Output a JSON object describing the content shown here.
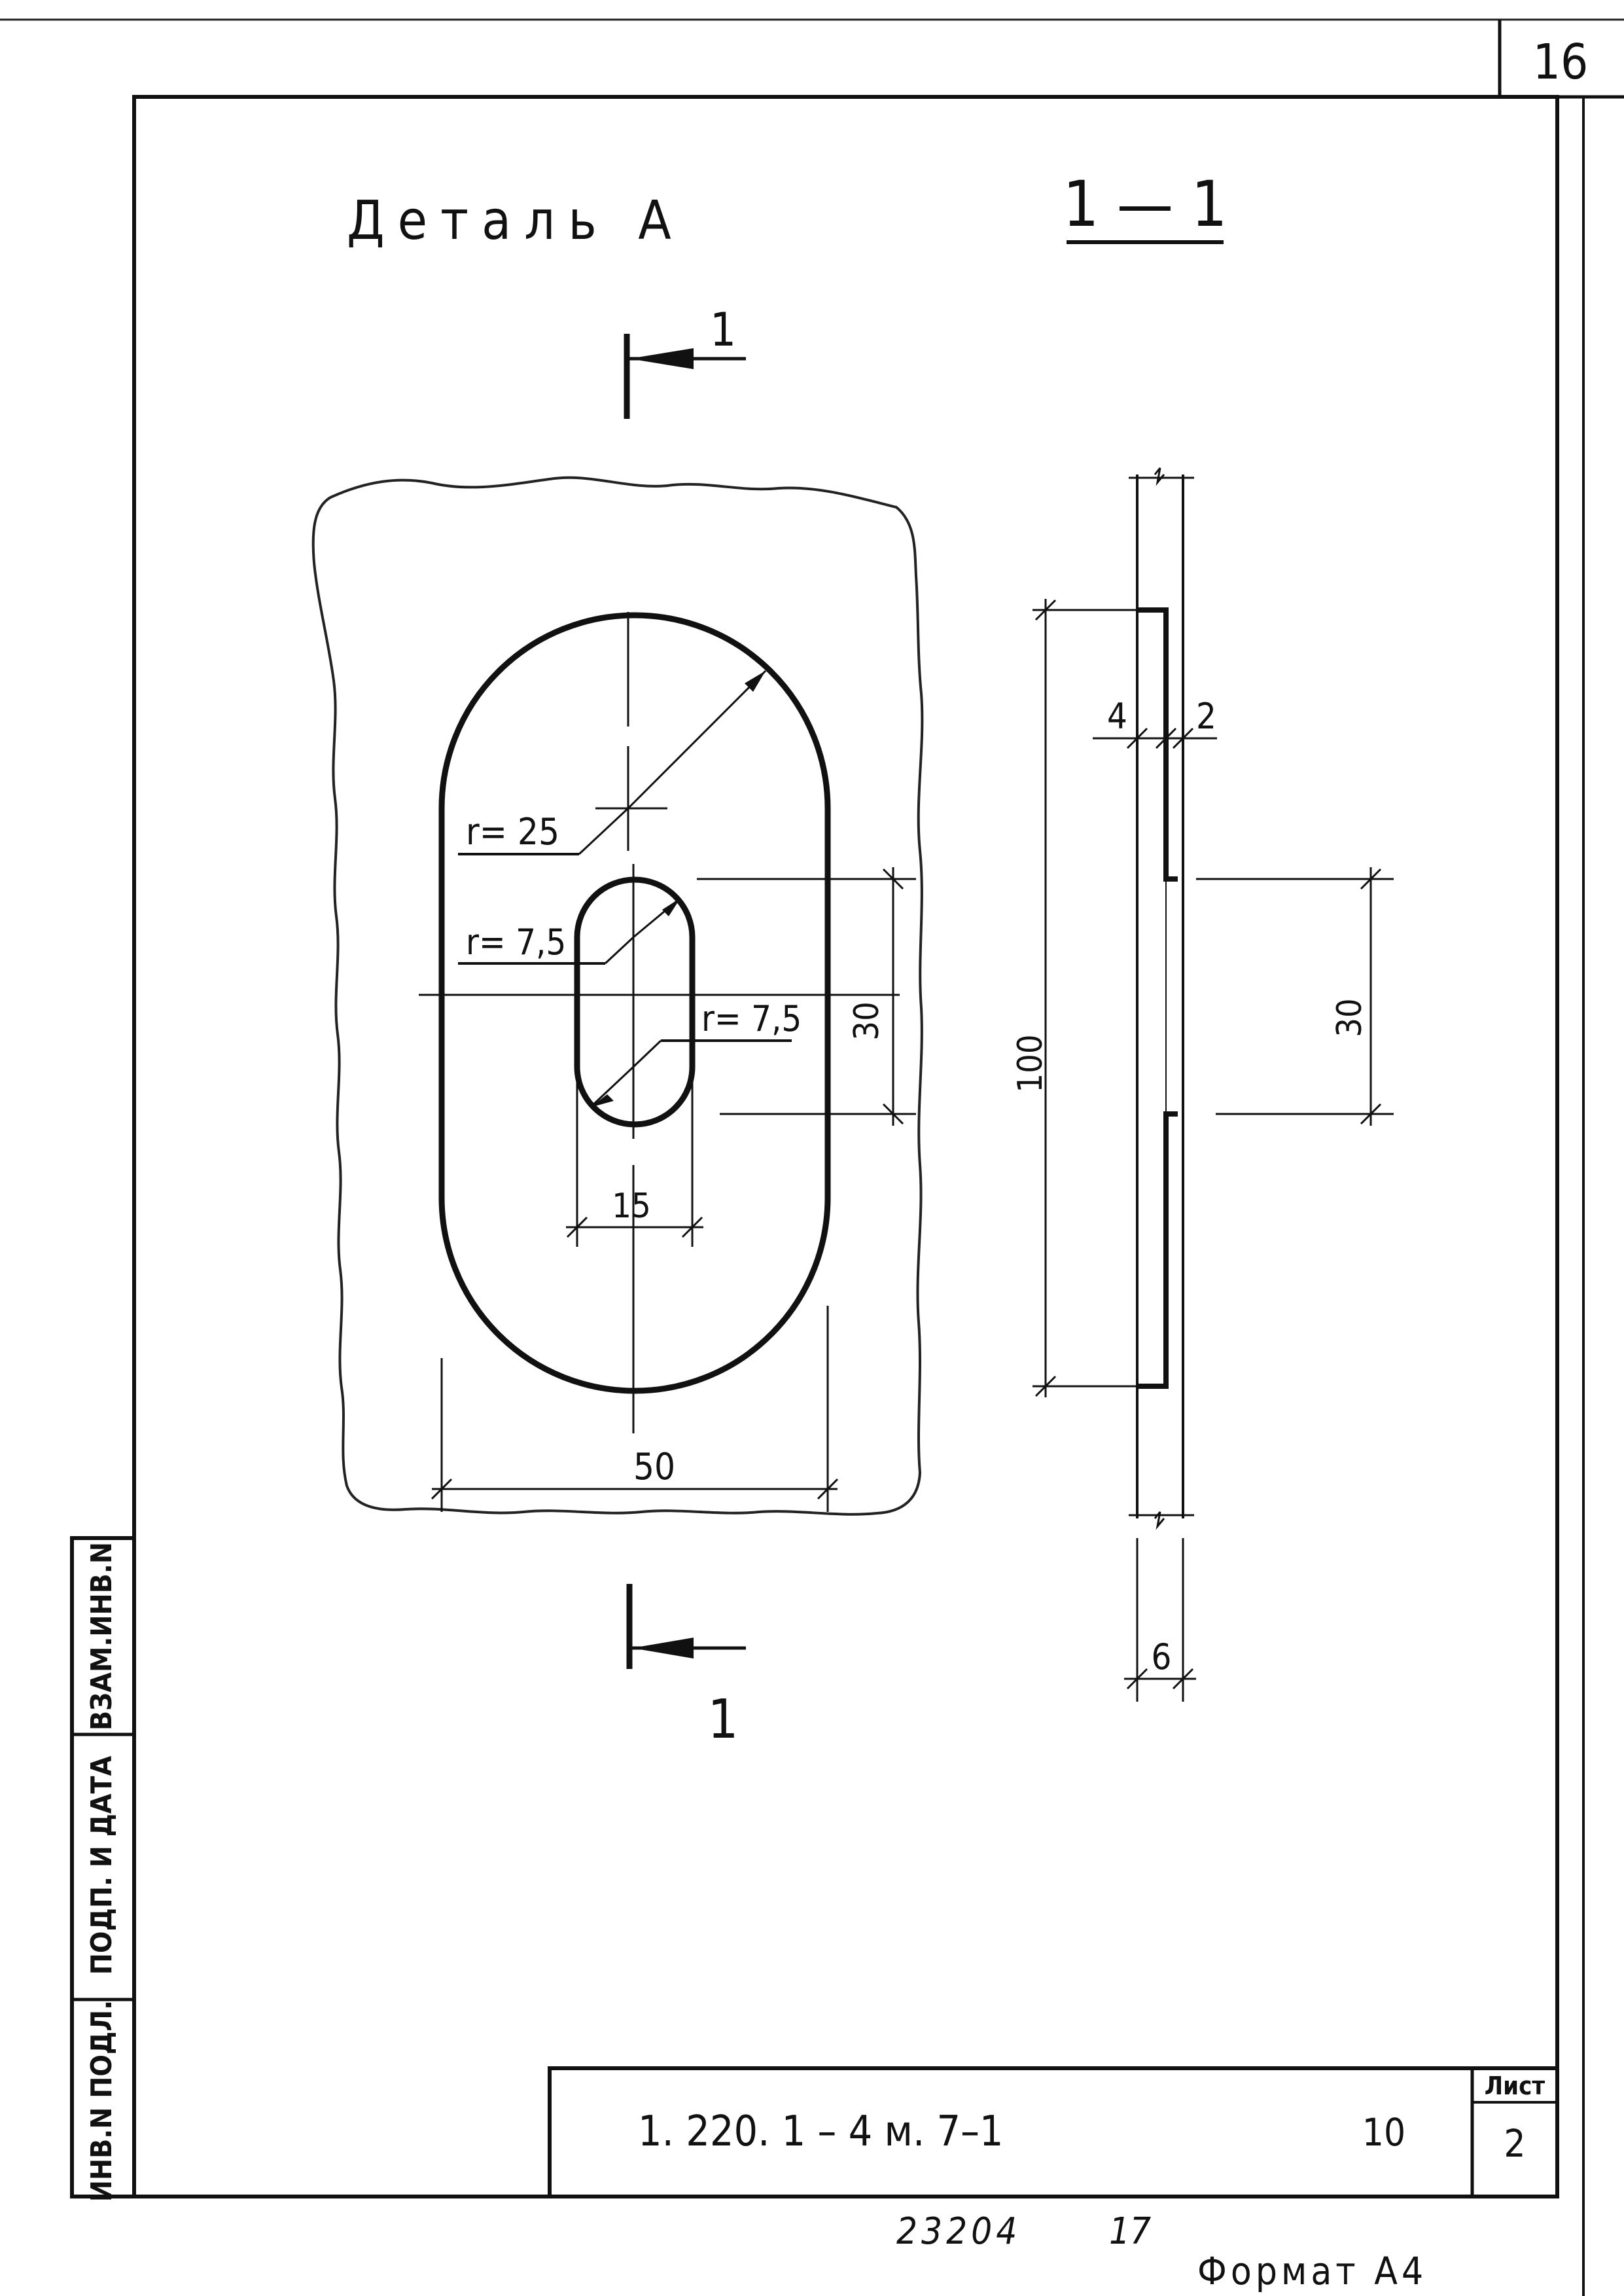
{
  "sheet": {
    "page_number": "16",
    "format_label": "Формат А4",
    "archive_number": "23204",
    "archive_suffix": "17"
  },
  "detail": {
    "title": "Деталь А",
    "section_title": "1 — 1",
    "section_mark_top": "1",
    "section_mark_bottom": "1"
  },
  "front_view": {
    "outer_radius_label": "r= 25",
    "inner_radius_top_label": "r= 7,5",
    "inner_radius_bottom_label": "r= 7,5",
    "slot_height_label": "30",
    "slot_width_label": "15",
    "overall_width_label": "50"
  },
  "section_view": {
    "thickness_left_label": "4",
    "thickness_right_label": "2",
    "length_label": "100",
    "opening_label": "30",
    "total_thickness_label": "6"
  },
  "side_stamp": {
    "cell_top": "ВЗАМ.ИНВ.N",
    "cell_middle": "ПОДП. И ДАТА",
    "cell_bottom": "ИНВ.N ПОДЛ."
  },
  "title_block": {
    "designation": "1. 220. 1 – 4 м.  7–1",
    "sheet_count": "10",
    "sheet_header": "Лист",
    "sheet_number": "2"
  }
}
